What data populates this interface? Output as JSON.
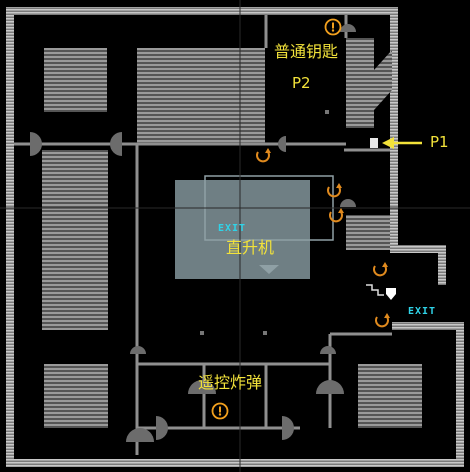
{
  "labels": {
    "key": "普通钥匙",
    "p2": "P2",
    "p1": "P1",
    "helicopter": "直升机",
    "bomb": "遥控炸弹",
    "exit_main": "EXIT",
    "exit_side": "EXIT"
  },
  "icons": {
    "alert": "alert-circle-icon",
    "rotate": "rotate-arrow-icon",
    "player": "player-marker-icon",
    "pointer": "pointer-arrow-icon",
    "stairs": "stairs-icon"
  },
  "colors": {
    "background": "#000000",
    "wall": "#b8b8b8",
    "hatch": "#8a8a8a",
    "heli_zone": "#6f7f84",
    "label": "#f2e23a",
    "orange": "#e08a1e",
    "exit": "#2fd3e8",
    "door": "#6c6c6c"
  }
}
